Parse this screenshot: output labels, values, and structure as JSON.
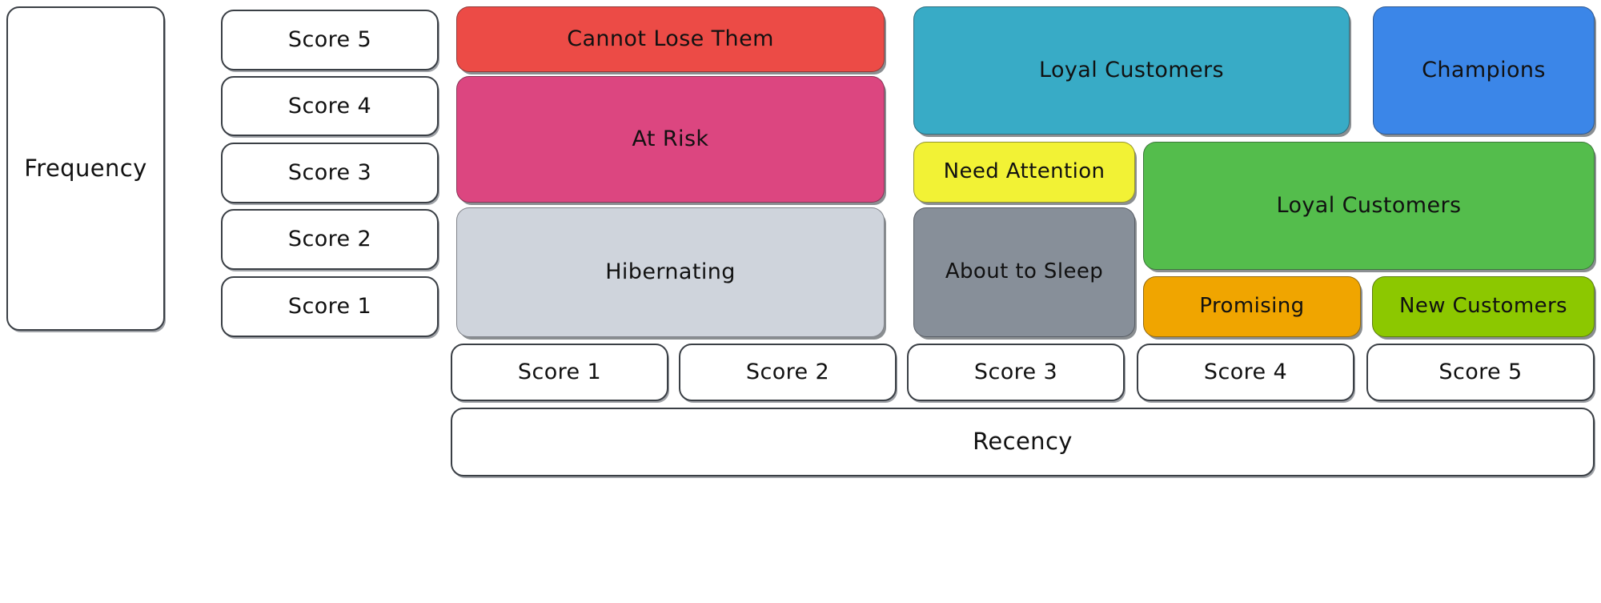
{
  "diagram": {
    "type": "rfm-segmentation-matrix",
    "y_axis": {
      "title": "Frequency",
      "scores": [
        "Score 5",
        "Score 4",
        "Score 3",
        "Score 2",
        "Score 1"
      ]
    },
    "x_axis": {
      "title": "Recency",
      "scores": [
        "Score 1",
        "Score 2",
        "Score 3",
        "Score 4",
        "Score 5"
      ]
    },
    "segments": [
      {
        "name": "cannot-lose-them",
        "label": "Cannot Lose Them",
        "color": "#EC4B46"
      },
      {
        "name": "at-risk",
        "label": "At Risk",
        "color": "#DC4680"
      },
      {
        "name": "hibernating",
        "label": "Hibernating",
        "color": "#CFD4DC"
      },
      {
        "name": "loyal-customers-teal",
        "label": "Loyal Customers",
        "color": "#38ABC6"
      },
      {
        "name": "need-attention",
        "label": "Need Attention",
        "color": "#F2F235"
      },
      {
        "name": "about-to-sleep",
        "label": "About to Sleep",
        "color": "#878F99"
      },
      {
        "name": "champions",
        "label": "Champions",
        "color": "#3B86E8"
      },
      {
        "name": "loyal-customers-green",
        "label": "Loyal Customers",
        "color": "#54BD4C"
      },
      {
        "name": "promising",
        "label": "Promising",
        "color": "#F0A500"
      },
      {
        "name": "new-customers",
        "label": "New Customers",
        "color": "#8CC800"
      }
    ]
  }
}
